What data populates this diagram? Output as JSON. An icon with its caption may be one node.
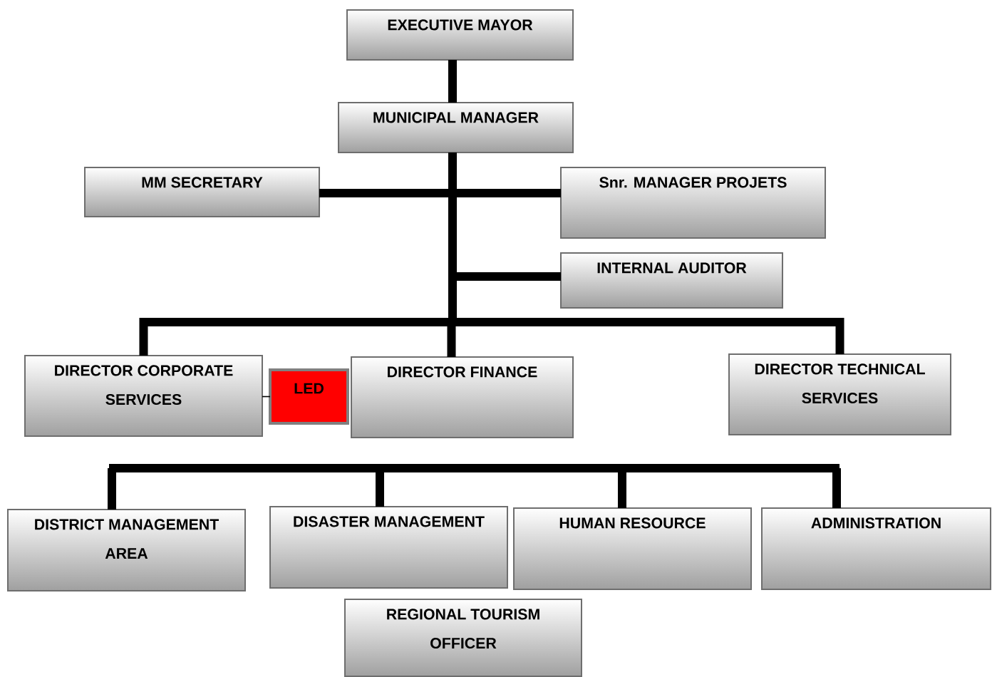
{
  "diagram": {
    "nodes": [
      {
        "text": [
          "EXECUTIVE MAYOR"
        ]
      },
      {
        "text": [
          "MUNICIPAL MANAGER"
        ]
      },
      {
        "text": [
          "MM SECRETARY"
        ]
      },
      {
        "text": [
          "Snr. MANAGER PROJETS"
        ]
      },
      {
        "text": [
          "INTERNAL AUDITOR"
        ]
      },
      {
        "text": [
          "DIRECTOR CORPORATE SERVICES"
        ]
      },
      {
        "text": [
          "LED"
        ]
      },
      {
        "text": [
          "DIRECTOR FINANCE"
        ]
      },
      {
        "text": [
          "DIRECTOR TECHNICAL SERVICES"
        ]
      },
      {
        "text": [
          "DISTRICT MANAGEMENT AREA"
        ]
      },
      {
        "text": [
          "DISASTER MANAGEMENT"
        ]
      },
      {
        "text": [
          "HUMAN RESOURCE"
        ]
      },
      {
        "text": [
          "ADMINISTRATION"
        ]
      },
      {
        "text": [
          "REGIONAL TOURISM OFFICER"
        ]
      }
    ],
    "edges": [
      {
        "from": 0,
        "to": 1,
        "arrow": "none"
      },
      {
        "from": 1,
        "to": 2,
        "arrow": "none"
      },
      {
        "from": 1,
        "to": 3,
        "arrow": "none"
      },
      {
        "from": 1,
        "to": 4,
        "arrow": "none"
      },
      {
        "from": 1,
        "to": 5,
        "arrow": "none"
      },
      {
        "from": 1,
        "to": 7,
        "arrow": "none"
      },
      {
        "from": 1,
        "to": 8,
        "arrow": "none"
      },
      {
        "from": 6,
        "to": 5,
        "arrow": "none"
      },
      {
        "from": null,
        "to": 9,
        "arrow": "none"
      },
      {
        "from": null,
        "to": 10,
        "arrow": "none"
      },
      {
        "from": null,
        "to": 11,
        "arrow": "none"
      },
      {
        "from": null,
        "to": 12,
        "arrow": "none"
      }
    ]
  }
}
